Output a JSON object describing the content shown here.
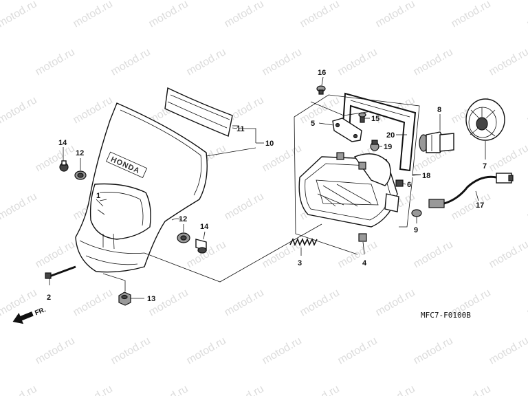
{
  "watermark": "motod.ru",
  "diagram_code": "MFC7-F0100B",
  "front_label": "FR.",
  "brand_text": "HONDA",
  "part_numbers": {
    "p1": "1",
    "p2": "2",
    "p3": "3",
    "p4": "4",
    "p5": "5",
    "p6": "6",
    "p7": "7",
    "p8": "8",
    "p9": "9",
    "p10": "10",
    "p11": "11",
    "p12a": "12",
    "p12b": "12",
    "p13": "13",
    "p14a": "14",
    "p14b": "14",
    "p15": "15",
    "p16": "16",
    "p17": "17",
    "p18": "18",
    "p19": "19",
    "p20": "20"
  }
}
